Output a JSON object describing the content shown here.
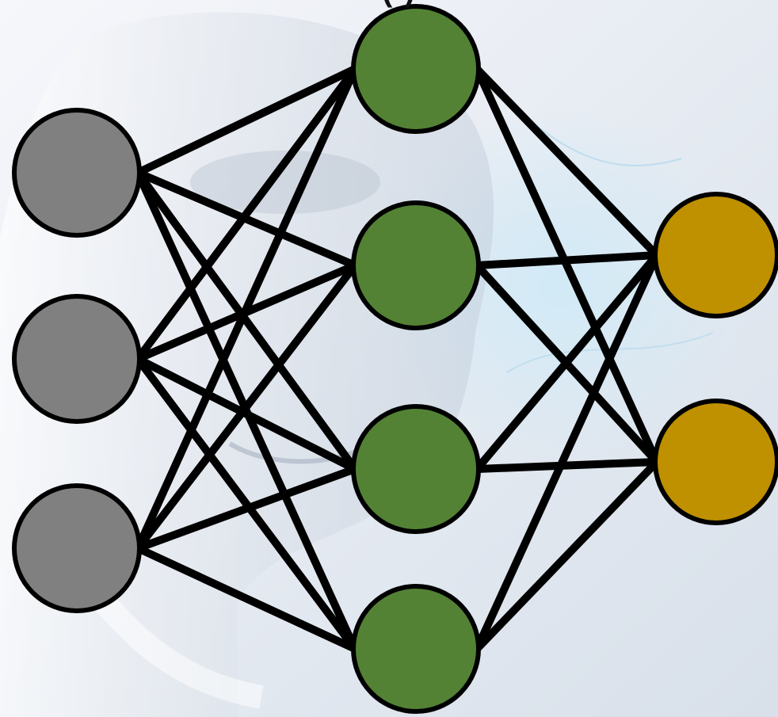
{
  "diagram": {
    "title_fragment": "(      )",
    "colors": {
      "edge": "#000000",
      "node_stroke": "#000000",
      "input": "#808080",
      "hidden": "#548235",
      "output": "#bf9000",
      "background_top": "#f3f5f9",
      "background_bottom": "#dde4ee"
    },
    "layers": [
      {
        "name": "input",
        "count": 3
      },
      {
        "name": "hidden",
        "count": 4
      },
      {
        "name": "output",
        "count": 2
      }
    ],
    "connectivity": "fully-connected",
    "background_image": "robot-face-illustration"
  }
}
